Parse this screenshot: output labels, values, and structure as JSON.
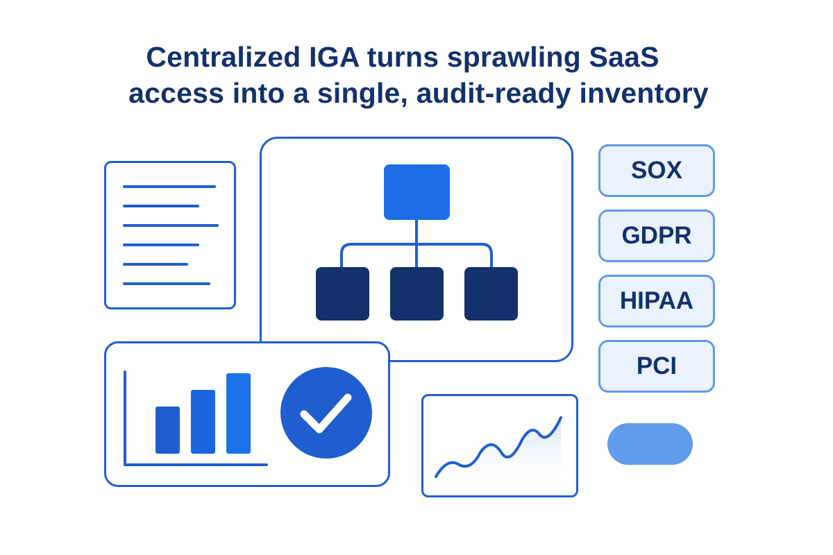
{
  "title": {
    "line1": "Centralized IGA turns sprawling SaaS",
    "line2": "access into a single, audit-ready inventory"
  },
  "compliance_tags": [
    "SOX",
    "GDPR",
    "HIPAA",
    "PCI"
  ],
  "colors": {
    "title": "#13316b",
    "outline": "#1f5ecf",
    "org_root": "#1b6ee6",
    "org_child": "#13316b",
    "tag_border": "#5d9ae8",
    "tag_fill": "#eaf2fd",
    "pill": "#5f9cec",
    "check_circle": "#1f5ecf"
  },
  "icons": {
    "document": "document-lines-icon",
    "hierarchy": "org-hierarchy-icon",
    "bars": "bar-chart-icon",
    "check": "check-circle-icon",
    "trend": "trend-line-icon",
    "pill": "toggle-pill"
  },
  "bar_chart_levels": [
    0.55,
    0.75,
    1.0
  ]
}
